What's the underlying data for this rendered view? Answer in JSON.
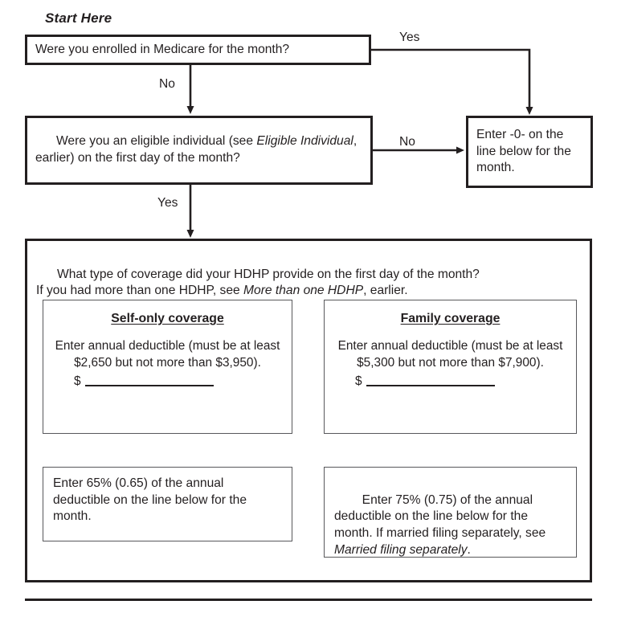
{
  "figure": {
    "start_label": "Start Here"
  },
  "nodes": {
    "q_medicare": {
      "text": "Were you enrolled in Medicare for the month?"
    },
    "q_eligible": {
      "text_part1": "Were you an eligible individual (see ",
      "text_italic": "Eligible Individual",
      "text_part2": ", earlier) on the first day of the month?"
    },
    "enter_zero": {
      "text": "Enter -0- on the line below for the month."
    },
    "coverage_question": {
      "line1": "What type of coverage did your HDHP provide on the first day of the month?",
      "line2_part1": "If you had more than one HDHP, see ",
      "line2_italic": "More than one HDHP",
      "line2_part2": ", earlier."
    },
    "self_only": {
      "heading": "Self-only coverage",
      "body": "Enter annual deductible (must be at least $2,650 but not more than $3,950).",
      "currency_symbol": "$",
      "min_deductible": "$2,650",
      "max_deductible": "$3,950"
    },
    "family": {
      "heading": "Family coverage",
      "body": "Enter annual deductible (must be at least $5,300 but not more than $7,900).",
      "currency_symbol": "$",
      "min_deductible": "$5,300",
      "max_deductible": "$7,900"
    },
    "self_only_result": {
      "text": "Enter 65% (0.65) of the annual deductible on the line below for the month.",
      "percent": "65%",
      "decimal": "0.65"
    },
    "family_result": {
      "text_part1": "Enter 75% (0.75) of the annual deductible on the line below for the month. If married filing separately, see ",
      "text_italic": "Married filing separately",
      "text_part2": ".",
      "percent": "75%",
      "decimal": "0.75"
    }
  },
  "edges": {
    "medicare_yes": "Yes",
    "medicare_no": "No",
    "eligible_no": "No",
    "eligible_yes": "Yes"
  },
  "colors": {
    "ink": "#231f20",
    "thin_rule": "#58585b",
    "background": "#ffffff"
  }
}
